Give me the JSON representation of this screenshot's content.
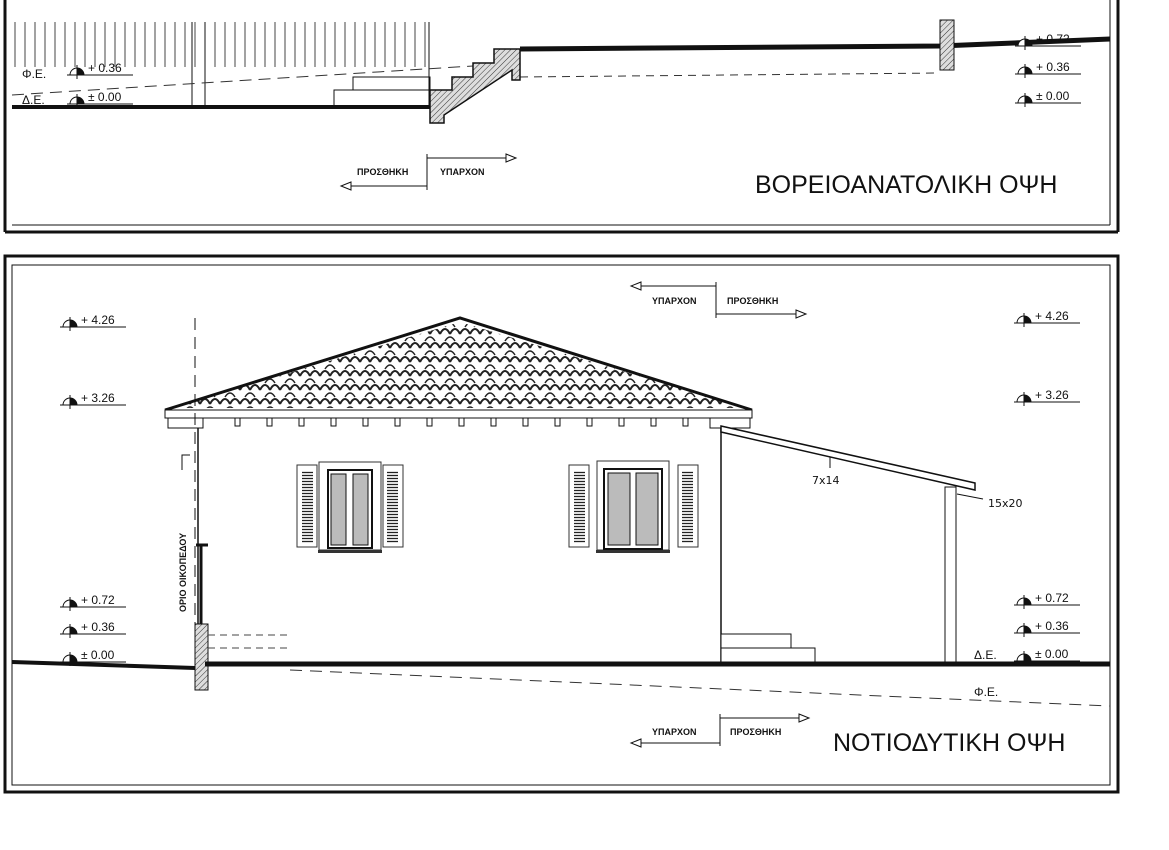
{
  "northeast": {
    "title": "ΒΟΡΕΙΟΑΝΑΤΟΛΙΚΗ ΟΨΗ",
    "fe_label": "Φ.Ε.",
    "de_label": "Δ.Ε.",
    "left_levels": [
      "+ 0.36",
      "± 0.00"
    ],
    "right_levels": [
      "+ 0.72",
      "+ 0.36",
      "± 0.00"
    ],
    "arrow_left": "ΠΡΟΣΘΗΚΗ",
    "arrow_right": "ΥΠΑΡΧΟΝ"
  },
  "southwest": {
    "title": "ΝΟΤΙΟΔΥΤΙΚΗ ΟΨΗ",
    "left_levels": [
      "+ 4.26",
      "+ 3.26",
      "+ 0.72",
      "+ 0.36",
      "± 0.00"
    ],
    "right_levels": [
      "+ 4.26",
      "+ 3.26",
      "+ 0.72",
      "+ 0.36",
      "± 0.00"
    ],
    "de_label": "Δ.Ε.",
    "fe_label": "Φ.Ε.",
    "boundary_label": "ΟΡΙΟ ΟΙΚΟΠΕΔΟΥ",
    "beam_label": "7x14",
    "post_label": "15x20",
    "top_arrow_left": "ΥΠΑΡΧΟΝ",
    "top_arrow_right": "ΠΡΟΣΘΗΚΗ",
    "bottom_arrow_left": "ΥΠΑΡΧΟΝ",
    "bottom_arrow_right": "ΠΡΟΣΘΗΚΗ"
  }
}
